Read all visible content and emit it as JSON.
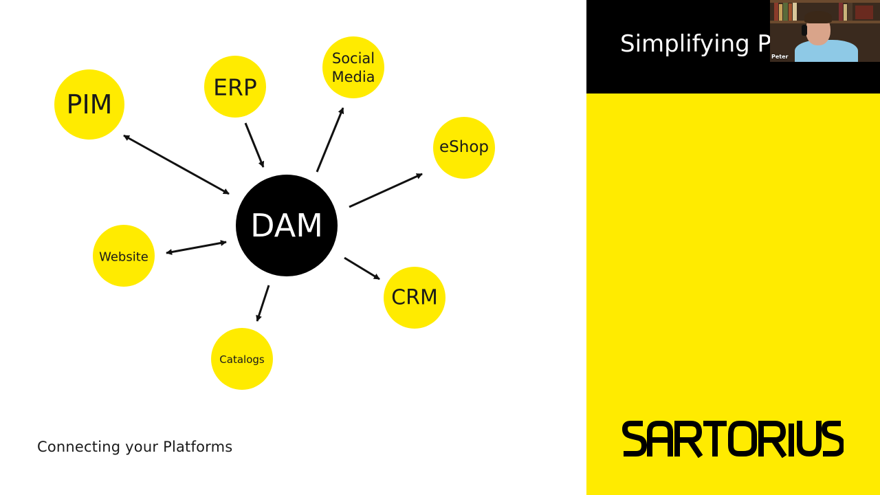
{
  "slide": {
    "title": "Simplifying Pr",
    "subtitle": "Connecting your Platforms",
    "brand_logo_text": "SARTORIUS",
    "colors": {
      "accent": "#FFEB00",
      "hub": "#000000",
      "text": "#1a1a1a",
      "background": "#ffffff"
    }
  },
  "diagram": {
    "hub": {
      "label": "DAM"
    },
    "nodes": [
      {
        "id": "pim",
        "label": "PIM",
        "direction": "bidirectional"
      },
      {
        "id": "erp",
        "label": "ERP",
        "direction": "to-hub"
      },
      {
        "id": "social",
        "label_lines": [
          "Social",
          "Media"
        ],
        "direction": "from-hub"
      },
      {
        "id": "eshop",
        "label": "eShop",
        "direction": "from-hub"
      },
      {
        "id": "website",
        "label": "Website",
        "direction": "bidirectional"
      },
      {
        "id": "crm",
        "label": "CRM",
        "direction": "from-hub"
      },
      {
        "id": "catalogs",
        "label": "Catalogs",
        "direction": "from-hub"
      }
    ]
  },
  "webcam": {
    "participant_name": "Peter"
  }
}
